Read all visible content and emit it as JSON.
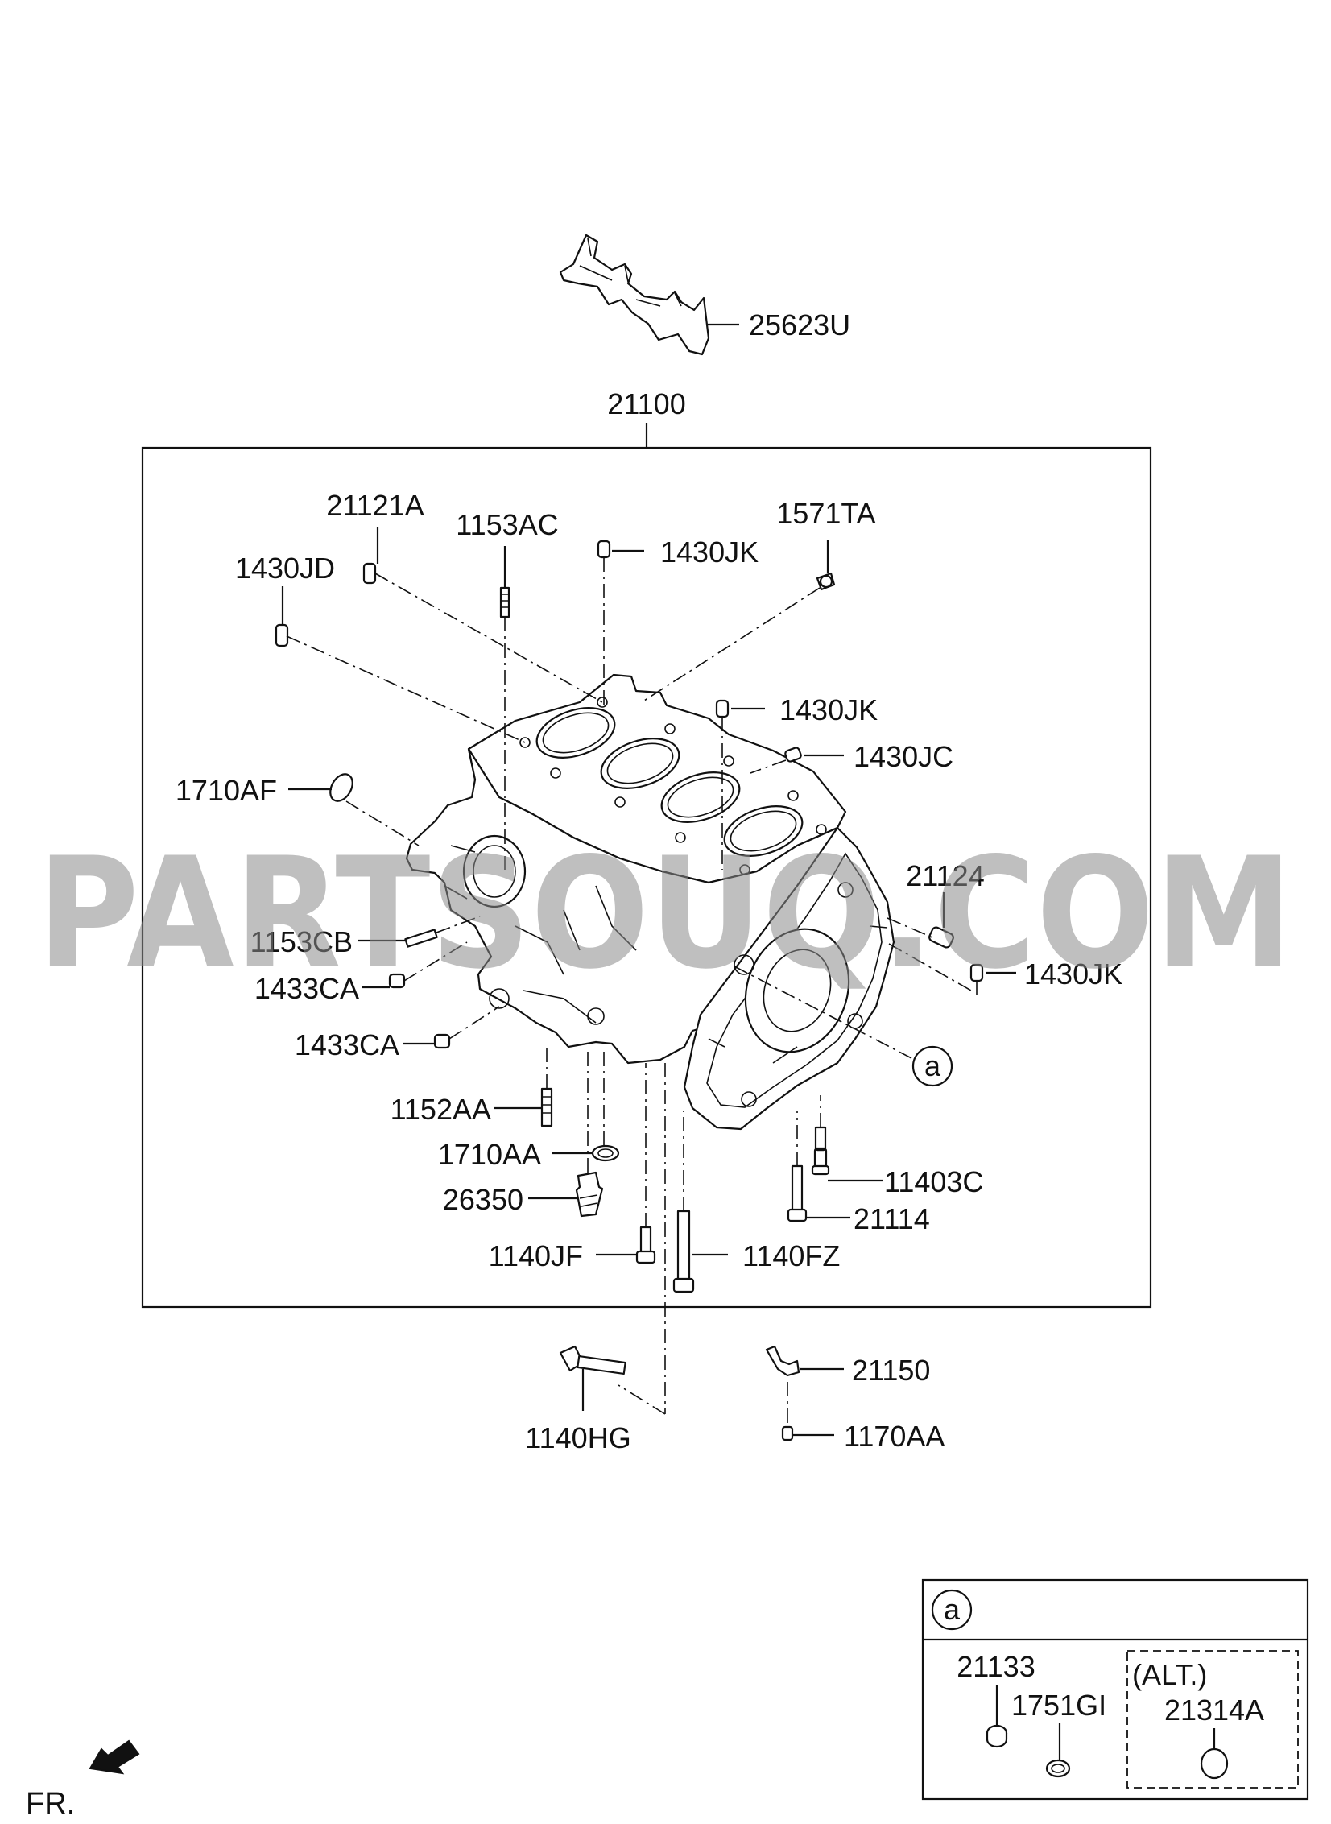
{
  "diagram": {
    "main_assembly_label": "21100",
    "labels": {
      "p25623U": "25623U",
      "p21121A": "21121A",
      "p1153AC": "1153AC",
      "p1571TA": "1571TA",
      "p1430JD": "1430JD",
      "p1430JK_top": "1430JK",
      "p1430JK_mid": "1430JK",
      "p1430JC": "1430JC",
      "p1710AF": "1710AF",
      "p21124": "21124",
      "p1153CB": "1153CB",
      "p1430JK_right": "1430JK",
      "p1433CA_a": "1433CA",
      "p1433CA_b": "1433CA",
      "p1152AA": "1152AA",
      "p1710AA": "1710AA",
      "p11403C": "11403C",
      "p26350": "26350",
      "p21114": "21114",
      "p1140JF": "1140JF",
      "p1140FZ": "1140FZ",
      "p21150": "21150",
      "p1140HG": "1140HG",
      "p1170AA": "1170AA"
    },
    "callout": "a",
    "detail": {
      "marker": "a",
      "p21133": "21133",
      "p1751GI": "1751GI",
      "alt_label": "(ALT.)",
      "p21314A": "21314A"
    },
    "front_label": "FR.",
    "watermark": "PARTSOUQ.COM"
  }
}
